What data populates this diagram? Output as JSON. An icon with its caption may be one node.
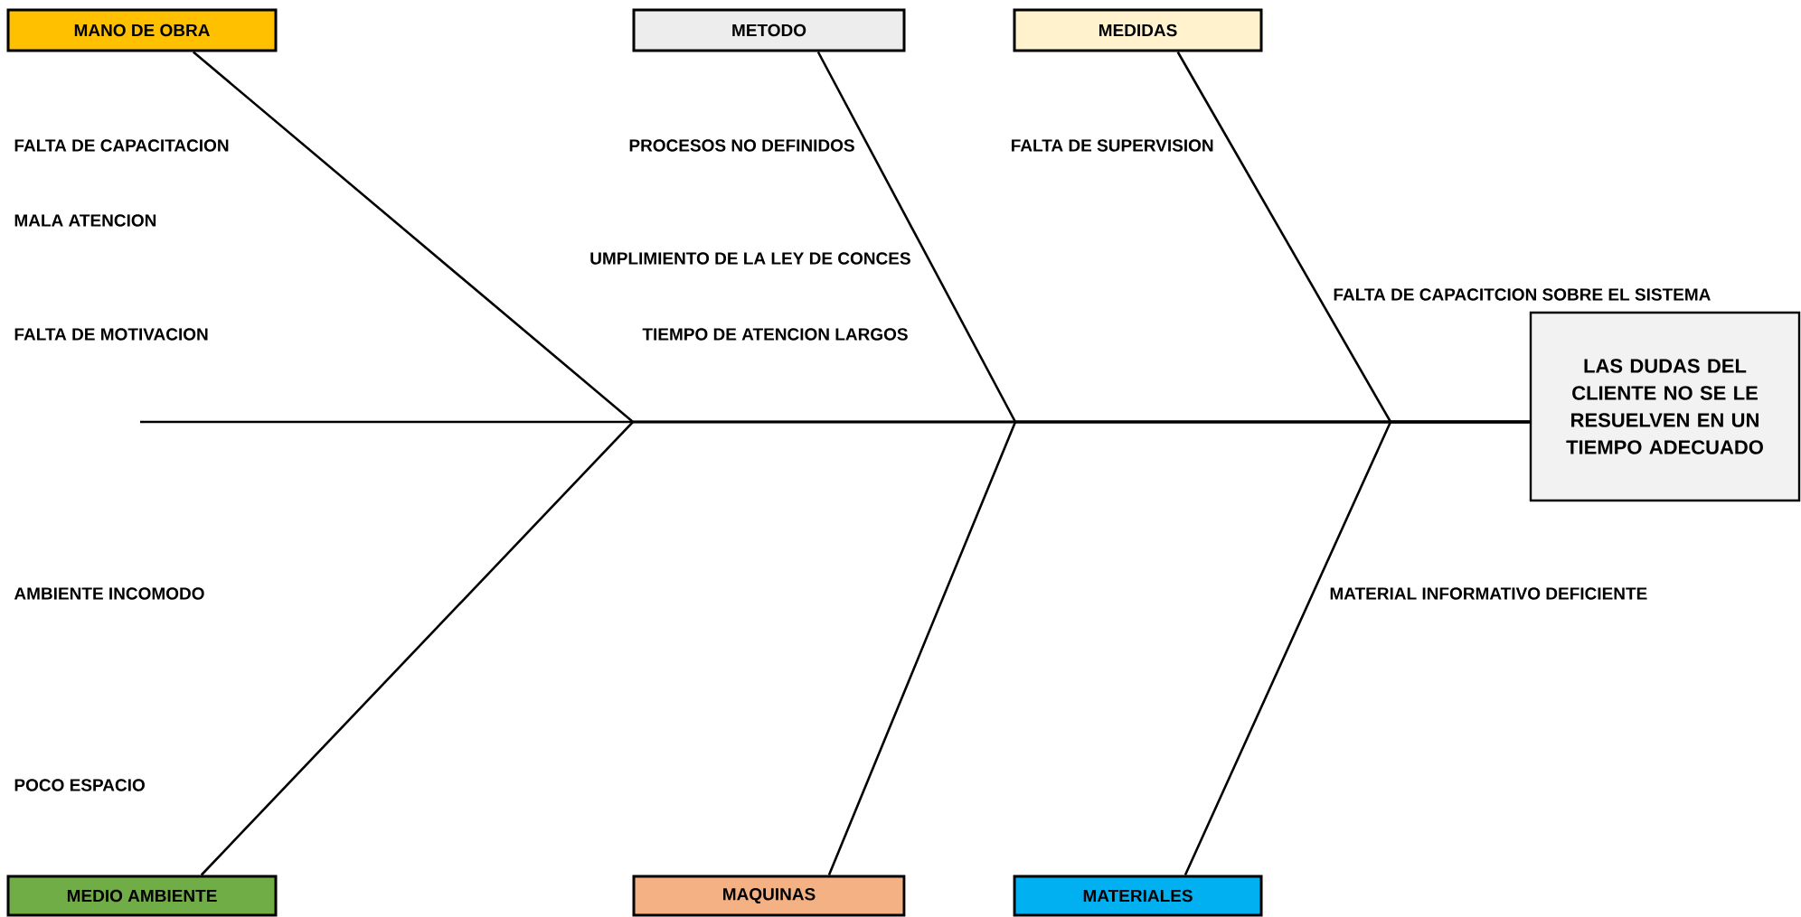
{
  "diagram": {
    "nodes": [
      {
        "text": [
          "MANO DE OBRA"
        ]
      },
      {
        "text": [
          "METODO"
        ]
      },
      {
        "text": [
          "MEDIDAS"
        ]
      },
      {
        "text": [
          "LAS DUDAS DEL CLIENTE NO SE LE RESUELVEN EN UN TIEMPO ADECUADO"
        ]
      },
      {
        "text": [
          "MEDIO AMBIENTE"
        ]
      },
      {
        "text": [
          "MAQUINAS"
        ]
      },
      {
        "text": [
          "MATERIALES"
        ]
      }
    ],
    "edges": [
      {
        "from": null,
        "to": 3,
        "arrow": "none"
      },
      {
        "from": 0,
        "to": 3,
        "arrow": "none"
      },
      {
        "from": 1,
        "to": 3,
        "arrow": "none"
      },
      {
        "from": 2,
        "to": 3,
        "arrow": "none"
      },
      {
        "from": 4,
        "to": 3,
        "arrow": "none"
      },
      {
        "from": 5,
        "to": 3,
        "arrow": "none"
      },
      {
        "from": 6,
        "to": 3,
        "arrow": "none"
      }
    ],
    "labels": [
      "FALTA DE CAPACITACION",
      "PROCESOS NO DEFINIDOS",
      "FALTA DE SUPERVISION",
      "MALA ATENCION",
      "UMPLIMIENTO DE LA LEY DE CONCES",
      "FALTA DE CAPACITCION SOBRE EL SISTEMA",
      "FALTA DE MOTIVACION",
      "TIEMPO DE ATENCION LARGOS",
      "AMBIENTE INCOMODO",
      "MATERIAL INFORMATIVO DEFICIENTE",
      "POCO ESPACIO"
    ]
  }
}
